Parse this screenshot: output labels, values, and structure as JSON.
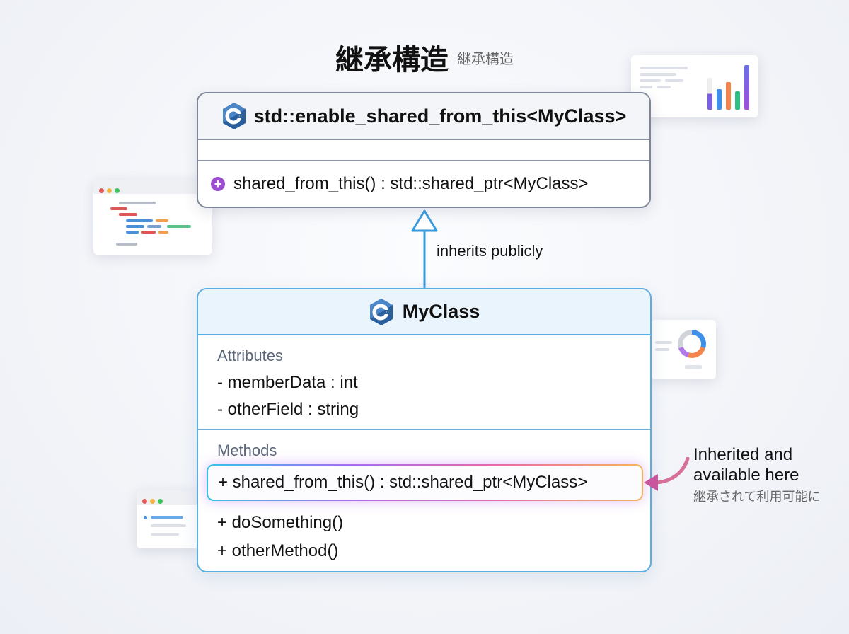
{
  "title": {
    "main": "継承構造",
    "sub": "継承構造"
  },
  "base_class": {
    "name": "std::enable_shared_from_this<MyClass>",
    "methods": [
      {
        "visibility": "+",
        "text": "shared_from_this() : std::shared_ptr<MyClass>"
      }
    ]
  },
  "relation": {
    "label": "inherits publicly",
    "type": "inheritance"
  },
  "derived_class": {
    "name": "MyClass",
    "attributes_label": "Attributes",
    "attributes": [
      "- memberData : int",
      "- otherField : string"
    ],
    "methods_label": "Methods",
    "highlighted_method": "+ shared_from_this() : std::shared_ptr<MyClass>",
    "methods": [
      "+ doSomething()",
      "+ otherMethod()"
    ]
  },
  "annotation": {
    "line1": "Inherited and",
    "line2": "available here",
    "japanese": "継承されて利用可能に"
  },
  "colors": {
    "inherit_arrow": "#3a9ad9",
    "plus_badge": "#9b4fcf",
    "annotation_arrow": "#c9559e"
  }
}
